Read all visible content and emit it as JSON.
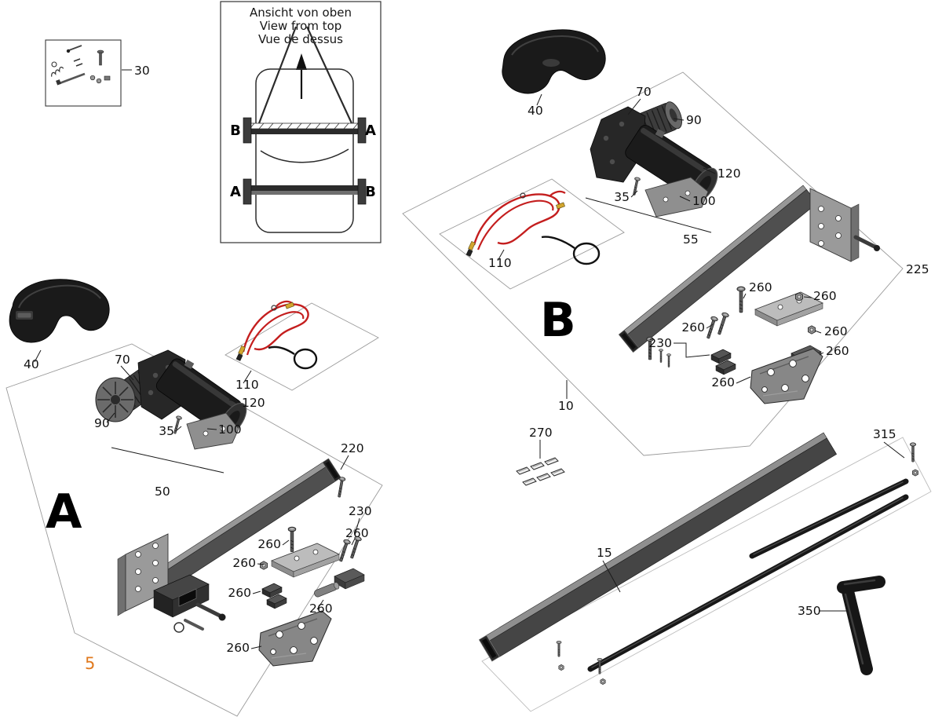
{
  "document": {
    "type": "exploded-parts-diagram",
    "page_number": "5"
  },
  "colors": {
    "accent": "#e07a1f",
    "harness_red": "#c41e1e",
    "label_ink": "#111111"
  },
  "inset": {
    "title_lines": [
      "Ansicht von oben",
      "View from top",
      "Vue de dessus"
    ],
    "corners": {
      "top_left": "B",
      "top_right": "A",
      "bottom_left": "A",
      "bottom_right": "B"
    }
  },
  "sections": {
    "left_letter": "A",
    "right_letter": "B"
  },
  "callouts": {
    "fastener_kit": "30",
    "cover": "40",
    "motor_cap": "70",
    "rotor": "90",
    "mount_plate": "100",
    "cable_harness": "110",
    "drive_motor": "120",
    "fixing_screw": "35",
    "drive_unit_left": "50",
    "drive_unit_right": "55",
    "main_group": "10",
    "rail_left": "220",
    "rail_right": "225",
    "mounting_kit": "230",
    "fastener_set": "260",
    "clip_set": "270",
    "cross_member": "15",
    "extension_rod": "315",
    "hex_key": "350"
  }
}
